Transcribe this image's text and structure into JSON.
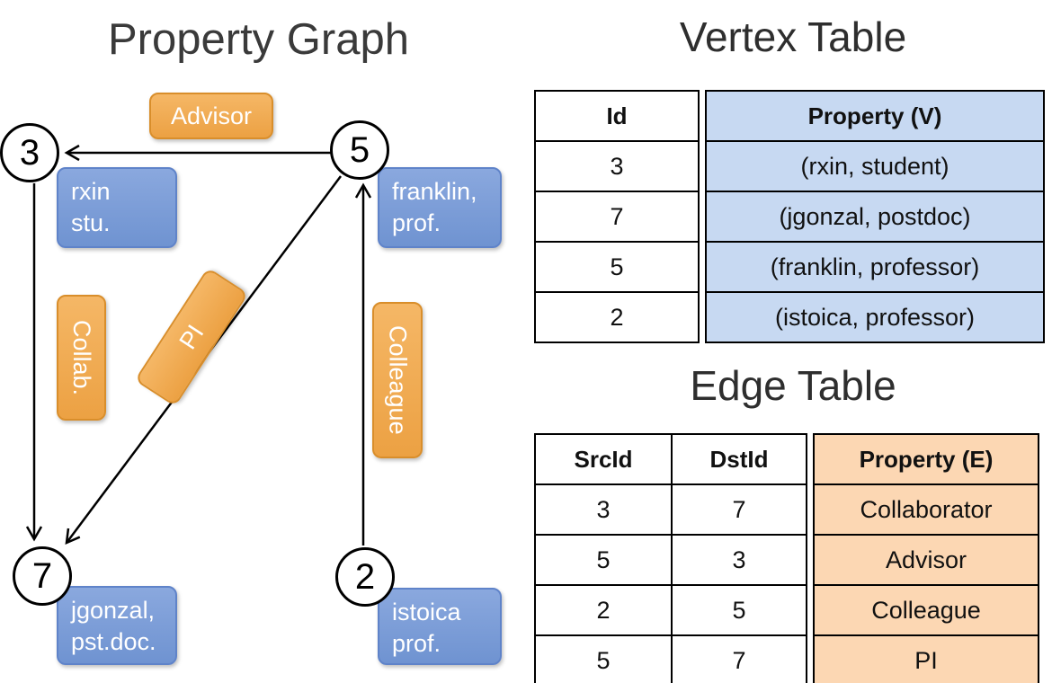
{
  "slide": {
    "graph_title": "Property Graph",
    "vertex_table_title": "Vertex Table",
    "edge_table_title": "Edge Table"
  },
  "graph": {
    "vertices": [
      {
        "id": "3",
        "property_lines": [
          "rxin",
          "stu."
        ]
      },
      {
        "id": "5",
        "property_lines": [
          "franklin,",
          "prof."
        ]
      },
      {
        "id": "7",
        "property_lines": [
          "jgonzal,",
          "pst.doc."
        ]
      },
      {
        "id": "2",
        "property_lines": [
          "istoica",
          "prof."
        ]
      }
    ],
    "edge_labels": [
      {
        "name": "advisor",
        "label": "Advisor"
      },
      {
        "name": "collab",
        "label": "Collab."
      },
      {
        "name": "pi",
        "label": "PI"
      },
      {
        "name": "colleague",
        "label": "Colleague"
      }
    ]
  },
  "vertex_table": {
    "headers": {
      "id": "Id",
      "property": "Property (V)"
    },
    "rows": [
      {
        "id": "3",
        "property": "(rxin, student)"
      },
      {
        "id": "7",
        "property": "(jgonzal, postdoc)"
      },
      {
        "id": "5",
        "property": "(franklin, professor)"
      },
      {
        "id": "2",
        "property": "(istoica, professor)"
      }
    ]
  },
  "edge_table": {
    "headers": {
      "src": "SrcId",
      "dst": "DstId",
      "property": "Property (E)"
    },
    "rows": [
      {
        "src": "3",
        "dst": "7",
        "property": "Collaborator"
      },
      {
        "src": "5",
        "dst": "3",
        "property": "Advisor"
      },
      {
        "src": "2",
        "dst": "5",
        "property": "Colleague"
      },
      {
        "src": "5",
        "dst": "7",
        "property": "PI"
      }
    ]
  },
  "colors": {
    "vertex_box_fill": "#7E9FD8",
    "edge_box_fill": "#F0A74E",
    "vertex_table_fill": "#C7D9F2",
    "edge_table_fill": "#FCD7B3",
    "border": "#000000"
  }
}
